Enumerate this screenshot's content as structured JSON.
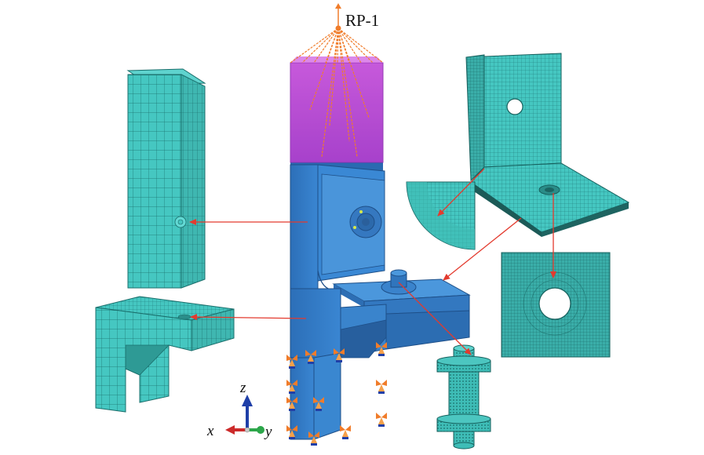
{
  "reference_point": {
    "label": "RP-1"
  },
  "axes": {
    "x": "x",
    "y": "y",
    "z": "z"
  },
  "colors": {
    "mesh_fill": "#45c7c1",
    "mesh_line": "#1a6f6c",
    "assembly_blue": "#2f78c4",
    "coupling_magenta": "#c23bd6",
    "constraint_orange": "#f07c2a",
    "arrow_red": "#e33a2e"
  }
}
